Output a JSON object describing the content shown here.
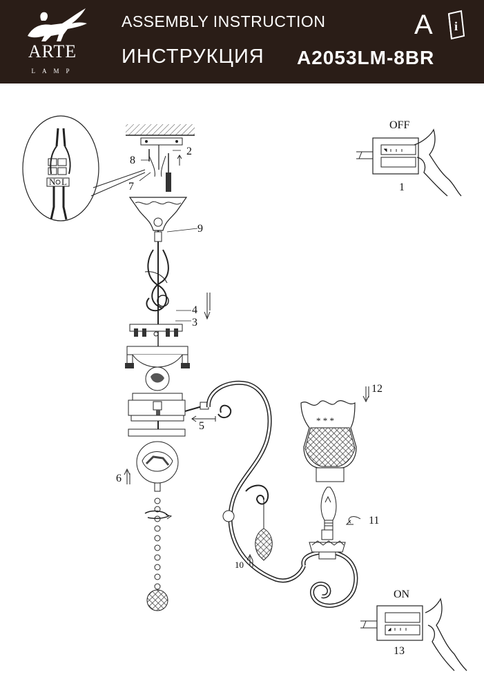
{
  "header": {
    "brand": "ARTE",
    "brand_sub": "LAMP",
    "title_en": "ASSEMBLY INSTRUCTION",
    "title_ru": "ИНСТРУКЦИЯ",
    "model": "A2053LM-8BR",
    "badge_letter": "A",
    "colors": {
      "background": "#2a1d17",
      "text": "#ffffff"
    }
  },
  "switch_off": {
    "label": "OFF",
    "step": "1"
  },
  "switch_on": {
    "label": "ON",
    "step": "13"
  },
  "wiring_labels": {
    "neutral": "N",
    "line": "L"
  },
  "steps": [
    "2",
    "3",
    "4",
    "5",
    "6",
    "7",
    "8",
    "9",
    "10",
    "11",
    "12"
  ]
}
